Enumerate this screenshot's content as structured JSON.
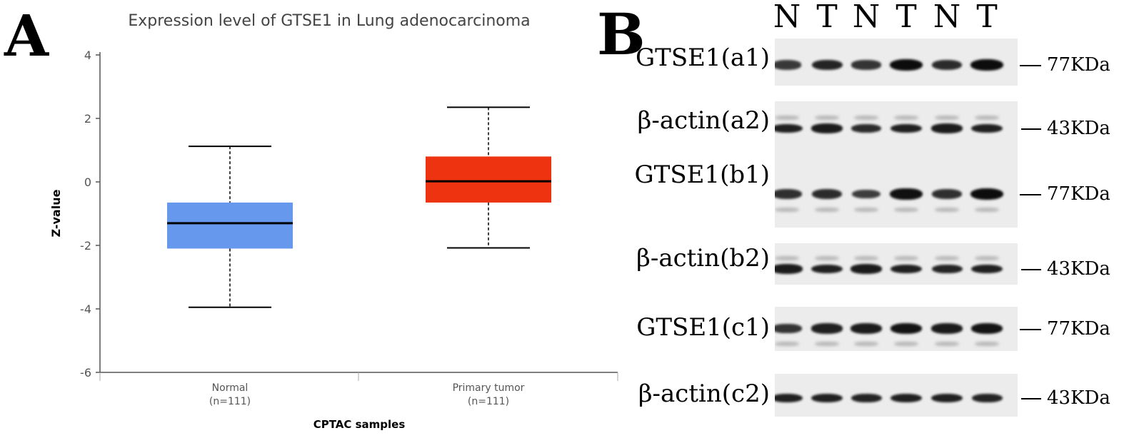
{
  "panels": {
    "a": "A",
    "b": "B"
  },
  "chart_data": {
    "type": "box",
    "title": "Expression level of GTSE1 in Lung adenocarcinoma",
    "xlabel": "CPTAC samples",
    "ylabel": "Z-value",
    "ylim": [
      -6,
      4
    ],
    "yticks": [
      "4",
      "2",
      "0",
      "-2",
      "-4",
      "-6"
    ],
    "categories": [
      {
        "name": "Normal",
        "n": "(n=111)",
        "whisker_low": -3.95,
        "q1": -2.1,
        "median": -1.3,
        "q3": -0.65,
        "whisker_high": 1.12,
        "color": "#6699ee"
      },
      {
        "name": "Primary tumor",
        "n": "(n=111)",
        "whisker_low": -2.08,
        "q1": -0.65,
        "median": 0.02,
        "q3": 0.8,
        "whisker_high": 2.35,
        "color": "#ee3311"
      }
    ]
  },
  "blot": {
    "lanes": [
      "N",
      "T",
      "N",
      "T",
      "N",
      "T"
    ],
    "rows": [
      {
        "label": "GTSE1(a1)",
        "mw": "77KDa",
        "intensity": [
          0.55,
          0.75,
          0.6,
          1.0,
          0.7,
          1.0
        ]
      },
      {
        "label": "β-actin(a2)",
        "mw": "43KDa",
        "intensity": [
          0.8,
          0.85,
          0.7,
          0.8,
          0.85,
          0.8
        ]
      },
      {
        "label": "GTSE1(b1)",
        "mw": "77KDa",
        "intensity": [
          0.65,
          0.7,
          0.5,
          0.95,
          0.65,
          1.0
        ]
      },
      {
        "label": "β-actin(b2)",
        "mw": "43KDa",
        "intensity": [
          0.85,
          0.8,
          0.85,
          0.8,
          0.75,
          0.8
        ]
      },
      {
        "label": "GTSE1(c1)",
        "mw": "77KDa",
        "intensity": [
          0.6,
          0.8,
          0.85,
          0.9,
          0.85,
          0.9
        ]
      },
      {
        "label": "β-actin(c2)",
        "mw": "43KDa",
        "intensity": [
          0.8,
          0.8,
          0.75,
          0.8,
          0.8,
          0.75
        ]
      }
    ]
  }
}
